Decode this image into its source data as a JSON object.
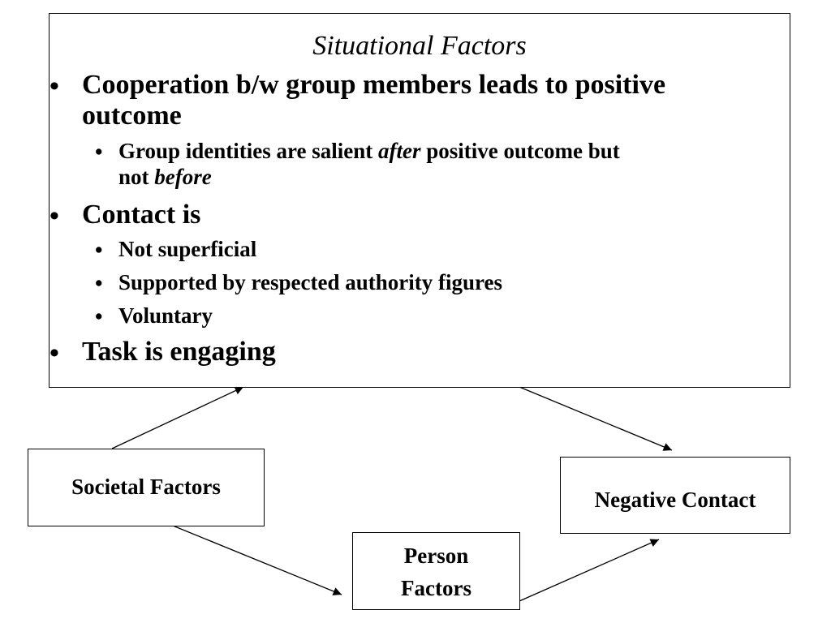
{
  "situational": {
    "title": "Situational Factors",
    "bullet": "•",
    "item1_line1": "Cooperation b/w group members leads to positive",
    "item1_line2": "outcome",
    "sub1_pre": "Group identities are salient ",
    "sub1_em": "after",
    "sub1_post": " positive outcome but",
    "sub1_line2_pre": "not ",
    "sub1_line2_em": "before",
    "item2": "Contact is",
    "sub2": "Not superficial",
    "sub3": "Supported by respected authority figures",
    "sub4": "Voluntary",
    "item3": "Task is engaging"
  },
  "societal": {
    "label": "Societal Factors"
  },
  "person": {
    "line1": "Person",
    "line2": "Factors"
  },
  "negative": {
    "label": "Negative Contact"
  }
}
